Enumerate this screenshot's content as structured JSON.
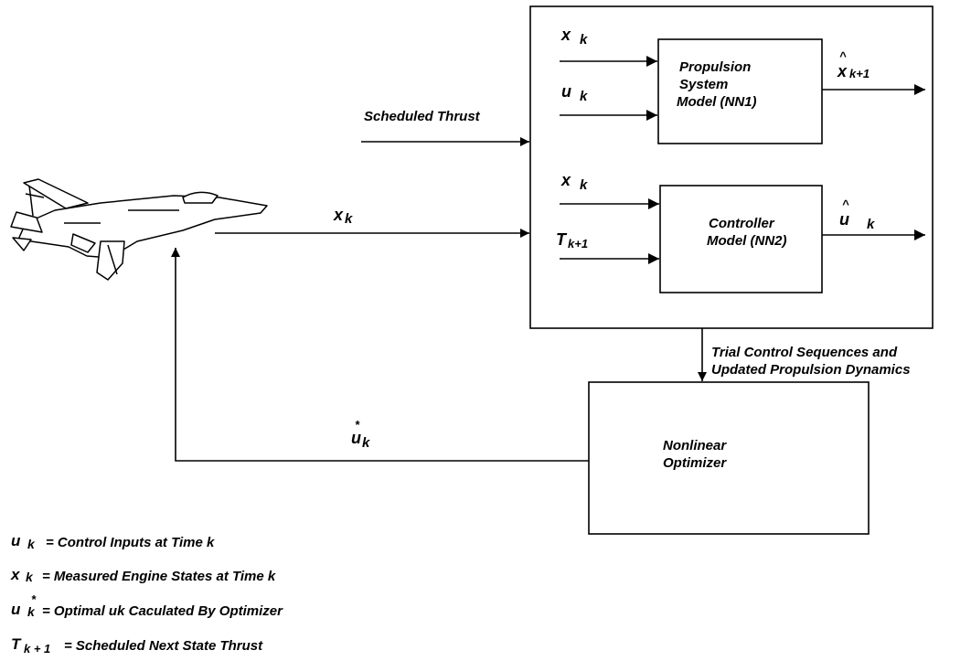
{
  "blocks": {
    "nn1": {
      "line1": "Propulsion",
      "line2": "System",
      "line3": "Model (NN1)"
    },
    "nn2": {
      "line1": "Controller",
      "line2": "Model (NN2)"
    },
    "optimizer": {
      "line1": "Nonlinear",
      "line2": "Optimizer"
    }
  },
  "signals": {
    "scheduled_thrust": "Scheduled Thrust",
    "x": "x",
    "u": "u",
    "sub_k": "k",
    "sub_k1": "k+1",
    "hat": "^",
    "star": "*",
    "T": "T",
    "sub_k_plus_1": "k + 1",
    "trial_line1": "Trial Control Sequences and",
    "trial_line2": "Updated Propulsion Dynamics"
  },
  "legend": [
    {
      "sym": "u",
      "sub": "k",
      "sup": "",
      "text": "= Control Inputs at Time k"
    },
    {
      "sym": "x",
      "sub": "k",
      "sup": "",
      "text": "=  Measured Engine States at Time k"
    },
    {
      "sym": "u",
      "sub": "k",
      "sup": "*",
      "text": "=  Optimal uk Caculated By Optimizer"
    },
    {
      "sym": "T",
      "sub": "k + 1",
      "sup": "",
      "text": "= Scheduled Next State Thrust"
    }
  ]
}
